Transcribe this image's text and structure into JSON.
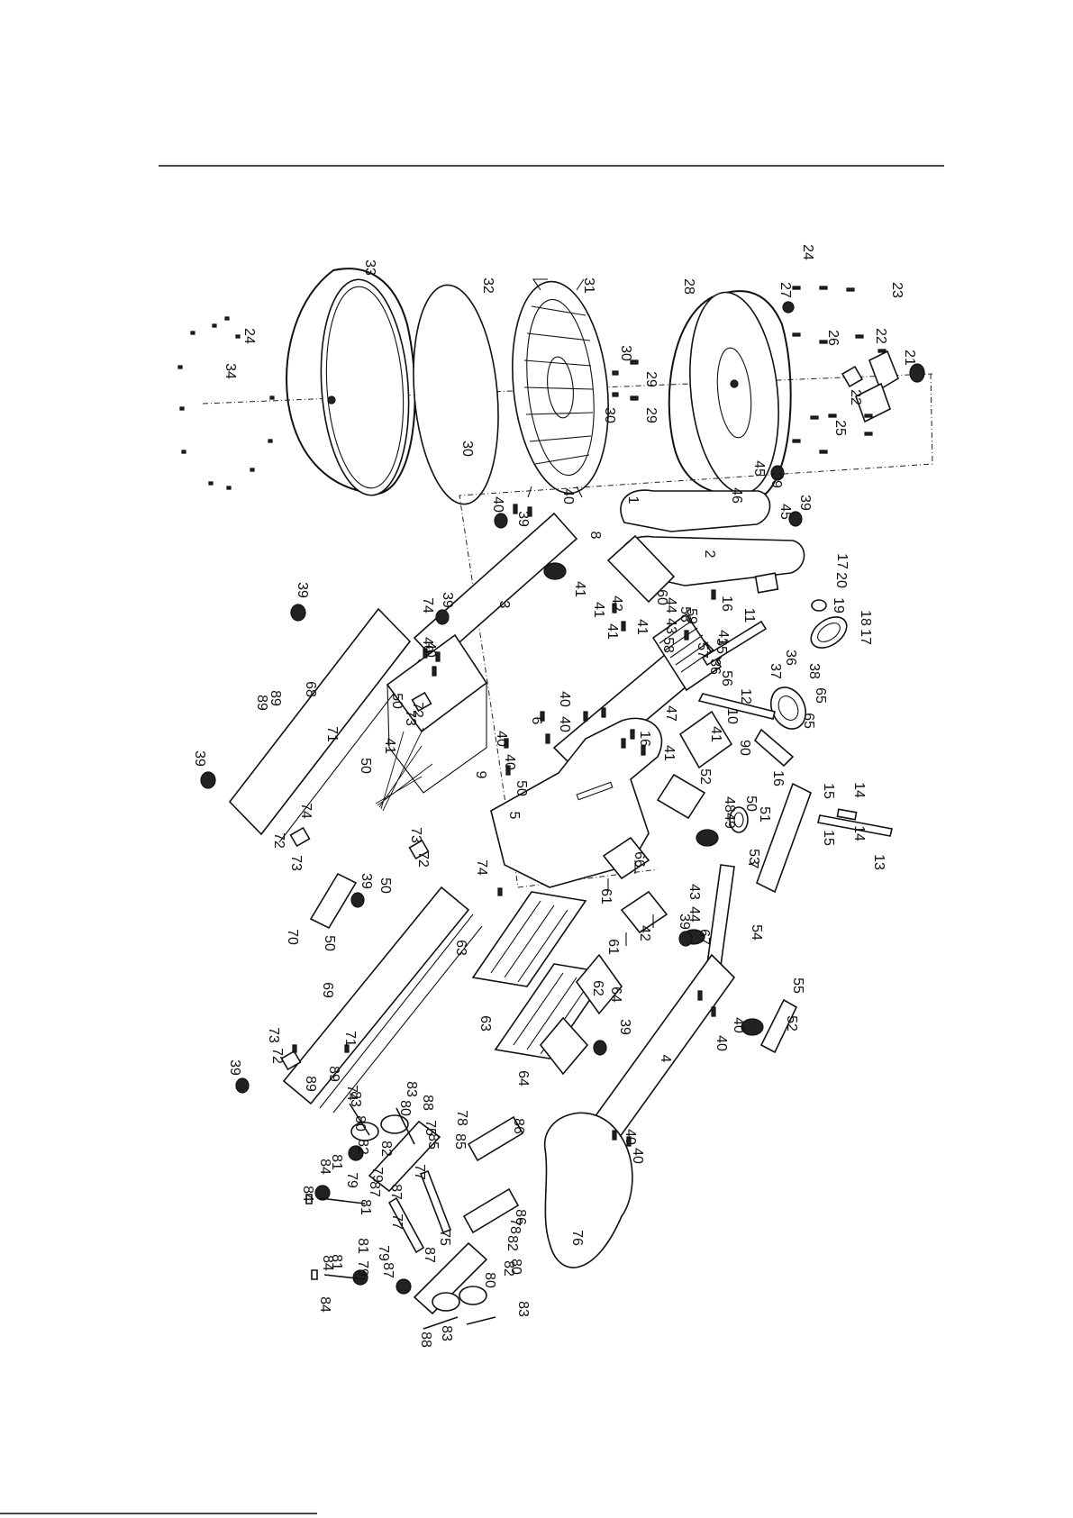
{
  "drawing": {
    "callouts": [
      {
        "id": "c1",
        "text": "1"
      },
      {
        "id": "c2",
        "text": "2"
      },
      {
        "id": "c3",
        "text": "3"
      },
      {
        "id": "c4",
        "text": "4"
      },
      {
        "id": "c5",
        "text": "5"
      },
      {
        "id": "c6",
        "text": "6"
      },
      {
        "id": "c7",
        "text": "7"
      },
      {
        "id": "c8",
        "text": "8"
      },
      {
        "id": "c9",
        "text": "9"
      },
      {
        "id": "c10",
        "text": "10"
      },
      {
        "id": "c11",
        "text": "11"
      },
      {
        "id": "c12",
        "text": "12"
      },
      {
        "id": "c13",
        "text": "13"
      },
      {
        "id": "c14a",
        "text": "14"
      },
      {
        "id": "c14b",
        "text": "14"
      },
      {
        "id": "c15a",
        "text": "15"
      },
      {
        "id": "c15b",
        "text": "15"
      },
      {
        "id": "c16a",
        "text": "16"
      },
      {
        "id": "c16b",
        "text": "16"
      },
      {
        "id": "c16c",
        "text": "16"
      },
      {
        "id": "c17a",
        "text": "17"
      },
      {
        "id": "c17b",
        "text": "17"
      },
      {
        "id": "c18",
        "text": "18"
      },
      {
        "id": "c19",
        "text": "19"
      },
      {
        "id": "c20",
        "text": "20"
      },
      {
        "id": "c21",
        "text": "21"
      },
      {
        "id": "c22a",
        "text": "22"
      },
      {
        "id": "c22b",
        "text": "22"
      },
      {
        "id": "c23",
        "text": "23"
      },
      {
        "id": "c24a",
        "text": "24"
      },
      {
        "id": "c24b",
        "text": "24"
      },
      {
        "id": "c25",
        "text": "25"
      },
      {
        "id": "c26",
        "text": "26"
      },
      {
        "id": "c27",
        "text": "27"
      },
      {
        "id": "c28",
        "text": "28"
      },
      {
        "id": "c29a",
        "text": "29"
      },
      {
        "id": "c29b",
        "text": "29"
      },
      {
        "id": "c30a",
        "text": "30"
      },
      {
        "id": "c30b",
        "text": "30"
      },
      {
        "id": "c30c",
        "text": "30"
      },
      {
        "id": "c31",
        "text": "31"
      },
      {
        "id": "c32",
        "text": "32"
      },
      {
        "id": "c33",
        "text": "33"
      },
      {
        "id": "c34",
        "text": "34"
      },
      {
        "id": "c35",
        "text": "35"
      },
      {
        "id": "c36a",
        "text": "36"
      },
      {
        "id": "c36b",
        "text": "36"
      },
      {
        "id": "c37",
        "text": "37"
      },
      {
        "id": "c38",
        "text": "38"
      },
      {
        "id": "c39a",
        "text": "39"
      },
      {
        "id": "c39b",
        "text": "39"
      },
      {
        "id": "c39c",
        "text": "39"
      },
      {
        "id": "c39d",
        "text": "39"
      },
      {
        "id": "c39e",
        "text": "39"
      },
      {
        "id": "c39f",
        "text": "39"
      },
      {
        "id": "c39g",
        "text": "39"
      },
      {
        "id": "c39h",
        "text": "39"
      },
      {
        "id": "c39i",
        "text": "39"
      },
      {
        "id": "c39j",
        "text": "39"
      },
      {
        "id": "c40a",
        "text": "40"
      },
      {
        "id": "c40b",
        "text": "40"
      },
      {
        "id": "c40c",
        "text": "40"
      },
      {
        "id": "c40d",
        "text": "40"
      },
      {
        "id": "c40e",
        "text": "40"
      },
      {
        "id": "c40f",
        "text": "40"
      },
      {
        "id": "c40g",
        "text": "40"
      },
      {
        "id": "c40h",
        "text": "40"
      },
      {
        "id": "c40i",
        "text": "40"
      },
      {
        "id": "c40j",
        "text": "40"
      },
      {
        "id": "c40k",
        "text": "40"
      },
      {
        "id": "c40l",
        "text": "40"
      },
      {
        "id": "c41a",
        "text": "41"
      },
      {
        "id": "c41b",
        "text": "41"
      },
      {
        "id": "c41c",
        "text": "41"
      },
      {
        "id": "c41d",
        "text": "41"
      },
      {
        "id": "c41e",
        "text": "41"
      },
      {
        "id": "c41f",
        "text": "41"
      },
      {
        "id": "c41g",
        "text": "41"
      },
      {
        "id": "c41h",
        "text": "41"
      },
      {
        "id": "c42a",
        "text": "42"
      },
      {
        "id": "c42b",
        "text": "42"
      },
      {
        "id": "c43a",
        "text": "43"
      },
      {
        "id": "c43b",
        "text": "43"
      },
      {
        "id": "c44a",
        "text": "44"
      },
      {
        "id": "c44b",
        "text": "44"
      },
      {
        "id": "c45a",
        "text": "45"
      },
      {
        "id": "c45b",
        "text": "45"
      },
      {
        "id": "c46",
        "text": "46"
      },
      {
        "id": "c47",
        "text": "47"
      },
      {
        "id": "c48",
        "text": "48"
      },
      {
        "id": "c49",
        "text": "49"
      },
      {
        "id": "c50a",
        "text": "50"
      },
      {
        "id": "c50b",
        "text": "50"
      },
      {
        "id": "c50c",
        "text": "50"
      },
      {
        "id": "c50d",
        "text": "50"
      },
      {
        "id": "c50e",
        "text": "50"
      },
      {
        "id": "c50f",
        "text": "50"
      },
      {
        "id": "c51",
        "text": "51"
      },
      {
        "id": "c52a",
        "text": "52"
      },
      {
        "id": "c52b",
        "text": "52"
      },
      {
        "id": "c53",
        "text": "53"
      },
      {
        "id": "c54",
        "text": "54"
      },
      {
        "id": "c55",
        "text": "55"
      },
      {
        "id": "c56",
        "text": "56"
      },
      {
        "id": "c57",
        "text": "57"
      },
      {
        "id": "c58a",
        "text": "58"
      },
      {
        "id": "c58b",
        "text": "58"
      },
      {
        "id": "c59",
        "text": "59"
      },
      {
        "id": "c60",
        "text": "60"
      },
      {
        "id": "c61a",
        "text": "61"
      },
      {
        "id": "c61b",
        "text": "61"
      },
      {
        "id": "c62",
        "text": "62"
      },
      {
        "id": "c63a",
        "text": "63"
      },
      {
        "id": "c63b",
        "text": "63"
      },
      {
        "id": "c64a",
        "text": "64"
      },
      {
        "id": "c64b",
        "text": "64"
      },
      {
        "id": "c65a",
        "text": "65"
      },
      {
        "id": "c65b",
        "text": "65"
      },
      {
        "id": "c66",
        "text": "66"
      },
      {
        "id": "c67",
        "text": "67"
      },
      {
        "id": "c68",
        "text": "68"
      },
      {
        "id": "c69",
        "text": "69"
      },
      {
        "id": "c70",
        "text": "70"
      },
      {
        "id": "c71a",
        "text": "71"
      },
      {
        "id": "c71b",
        "text": "71"
      },
      {
        "id": "c72a",
        "text": "72"
      },
      {
        "id": "c72b",
        "text": "72"
      },
      {
        "id": "c72c",
        "text": "72"
      },
      {
        "id": "c72d",
        "text": "72"
      },
      {
        "id": "c73a",
        "text": "73"
      },
      {
        "id": "c73b",
        "text": "73"
      },
      {
        "id": "c73c",
        "text": "73"
      },
      {
        "id": "c73d",
        "text": "73"
      },
      {
        "id": "c74a",
        "text": "74"
      },
      {
        "id": "c74b",
        "text": "74"
      },
      {
        "id": "c74c",
        "text": "74"
      },
      {
        "id": "c74d",
        "text": "74"
      },
      {
        "id": "c75a",
        "text": "75"
      },
      {
        "id": "c75b",
        "text": "75"
      },
      {
        "id": "c76",
        "text": "76"
      },
      {
        "id": "c77a",
        "text": "77"
      },
      {
        "id": "c77b",
        "text": "77"
      },
      {
        "id": "c78a",
        "text": "78"
      },
      {
        "id": "c78b",
        "text": "78"
      },
      {
        "id": "c79a",
        "text": "79"
      },
      {
        "id": "c79b",
        "text": "79"
      },
      {
        "id": "c79c",
        "text": "79"
      },
      {
        "id": "c79d",
        "text": "79"
      },
      {
        "id": "c80a",
        "text": "80"
      },
      {
        "id": "c80b",
        "text": "80"
      },
      {
        "id": "c80c",
        "text": "80"
      },
      {
        "id": "c80d",
        "text": "80"
      },
      {
        "id": "c81a",
        "text": "81"
      },
      {
        "id": "c81b",
        "text": "81"
      },
      {
        "id": "c81c",
        "text": "81"
      },
      {
        "id": "c81d",
        "text": "81"
      },
      {
        "id": "c82a",
        "text": "82"
      },
      {
        "id": "c82b",
        "text": "82"
      },
      {
        "id": "c82c",
        "text": "82"
      },
      {
        "id": "c82d",
        "text": "82"
      },
      {
        "id": "c83a",
        "text": "83"
      },
      {
        "id": "c83b",
        "text": "83"
      },
      {
        "id": "c83c",
        "text": "83"
      },
      {
        "id": "c83d",
        "text": "83"
      },
      {
        "id": "c84a",
        "text": "84"
      },
      {
        "id": "c84b",
        "text": "84"
      },
      {
        "id": "c84c",
        "text": "84"
      },
      {
        "id": "c84d",
        "text": "84"
      },
      {
        "id": "c85a",
        "text": "85"
      },
      {
        "id": "c85b",
        "text": "85"
      },
      {
        "id": "c86a",
        "text": "86"
      },
      {
        "id": "c86b",
        "text": "86"
      },
      {
        "id": "c87a",
        "text": "87"
      },
      {
        "id": "c87b",
        "text": "87"
      },
      {
        "id": "c87c",
        "text": "87"
      },
      {
        "id": "c87d",
        "text": "87"
      },
      {
        "id": "c88a",
        "text": "88"
      },
      {
        "id": "c88b",
        "text": "88"
      },
      {
        "id": "c89a",
        "text": "89"
      },
      {
        "id": "c89b",
        "text": "89"
      },
      {
        "id": "c89c",
        "text": "89"
      },
      {
        "id": "c89d",
        "text": "89"
      },
      {
        "id": "c90",
        "text": "90"
      }
    ]
  }
}
